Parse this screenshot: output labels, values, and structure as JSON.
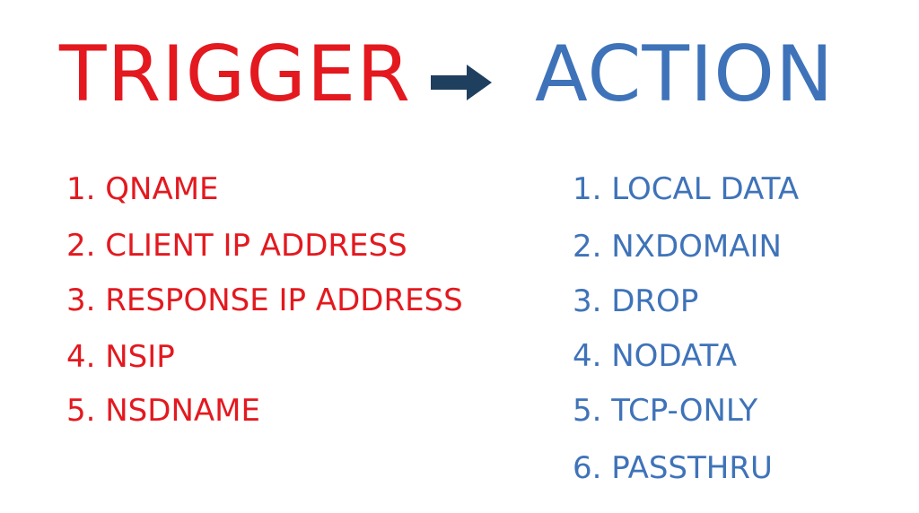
{
  "trigger": {
    "title": "TRIGGER",
    "color": "#e3191f",
    "items": [
      "1. QNAME",
      "2. CLIENT IP ADDRESS",
      "3. RESPONSE IP ADDRESS",
      "4. NSIP",
      "5. NSDNAME"
    ]
  },
  "arrow": {
    "icon": "right-arrow-icon",
    "color": "#1f3f5f"
  },
  "action": {
    "title": "ACTION",
    "color": "#3f73b9",
    "items": [
      "1. LOCAL DATA",
      "2. NXDOMAIN",
      "3. DROP",
      "4. NODATA",
      "5. TCP-ONLY",
      "6. PASSTHRU"
    ]
  }
}
